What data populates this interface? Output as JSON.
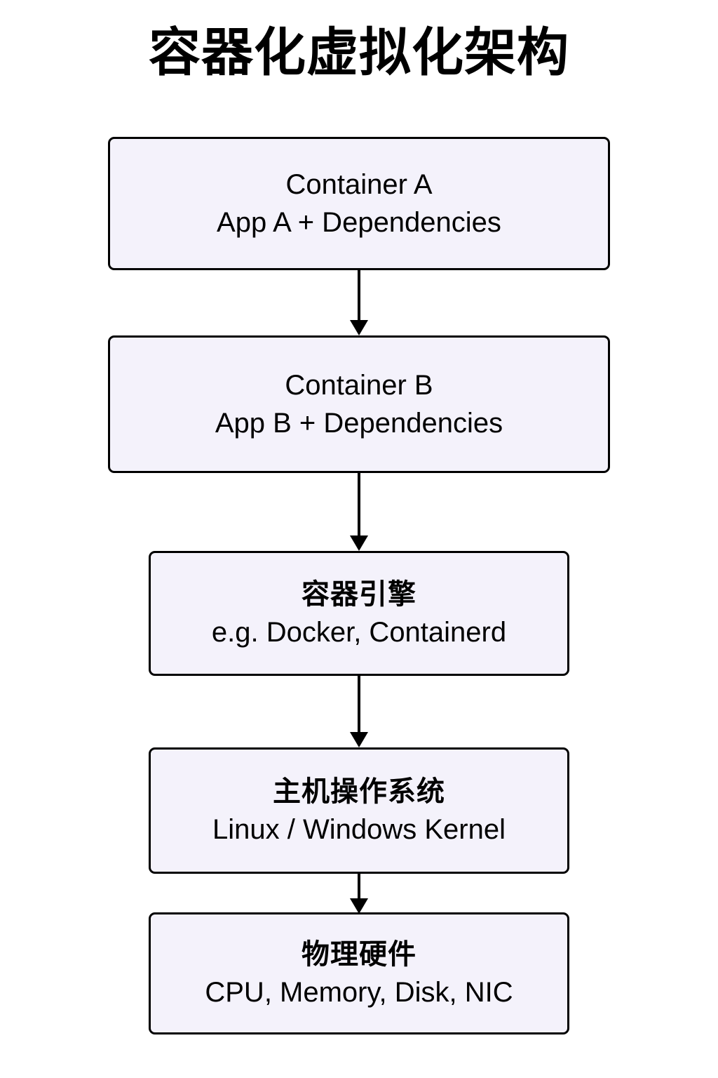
{
  "diagram": {
    "title": "容器化虚拟化架构",
    "type": "flowchart",
    "direction": "top-to-bottom",
    "style": {
      "node_fill": "#f4f2fb",
      "node_border": "#000000",
      "arrow_color": "#000000",
      "background": "#ffffff",
      "text_color": "#000000"
    },
    "nodes": [
      {
        "id": "container-a",
        "line1": "Container A",
        "line2": "App A + Dependencies"
      },
      {
        "id": "container-b",
        "line1": "Container B",
        "line2": "App B + Dependencies"
      },
      {
        "id": "container-engine",
        "line1": "容器引擎",
        "line2": "e.g. Docker, Containerd"
      },
      {
        "id": "host-os",
        "line1": "主机操作系统",
        "line2": "Linux / Windows Kernel"
      },
      {
        "id": "physical-hardware",
        "line1": "物理硬件",
        "line2": "CPU, Memory, Disk, NIC"
      }
    ],
    "edges": [
      {
        "id": "a-to-b",
        "from": "container-a",
        "to": "container-b"
      },
      {
        "id": "b-to-engine",
        "from": "container-b",
        "to": "container-engine"
      },
      {
        "id": "engine-to-os",
        "from": "container-engine",
        "to": "host-os"
      },
      {
        "id": "os-to-hardware",
        "from": "host-os",
        "to": "physical-hardware"
      }
    ]
  }
}
